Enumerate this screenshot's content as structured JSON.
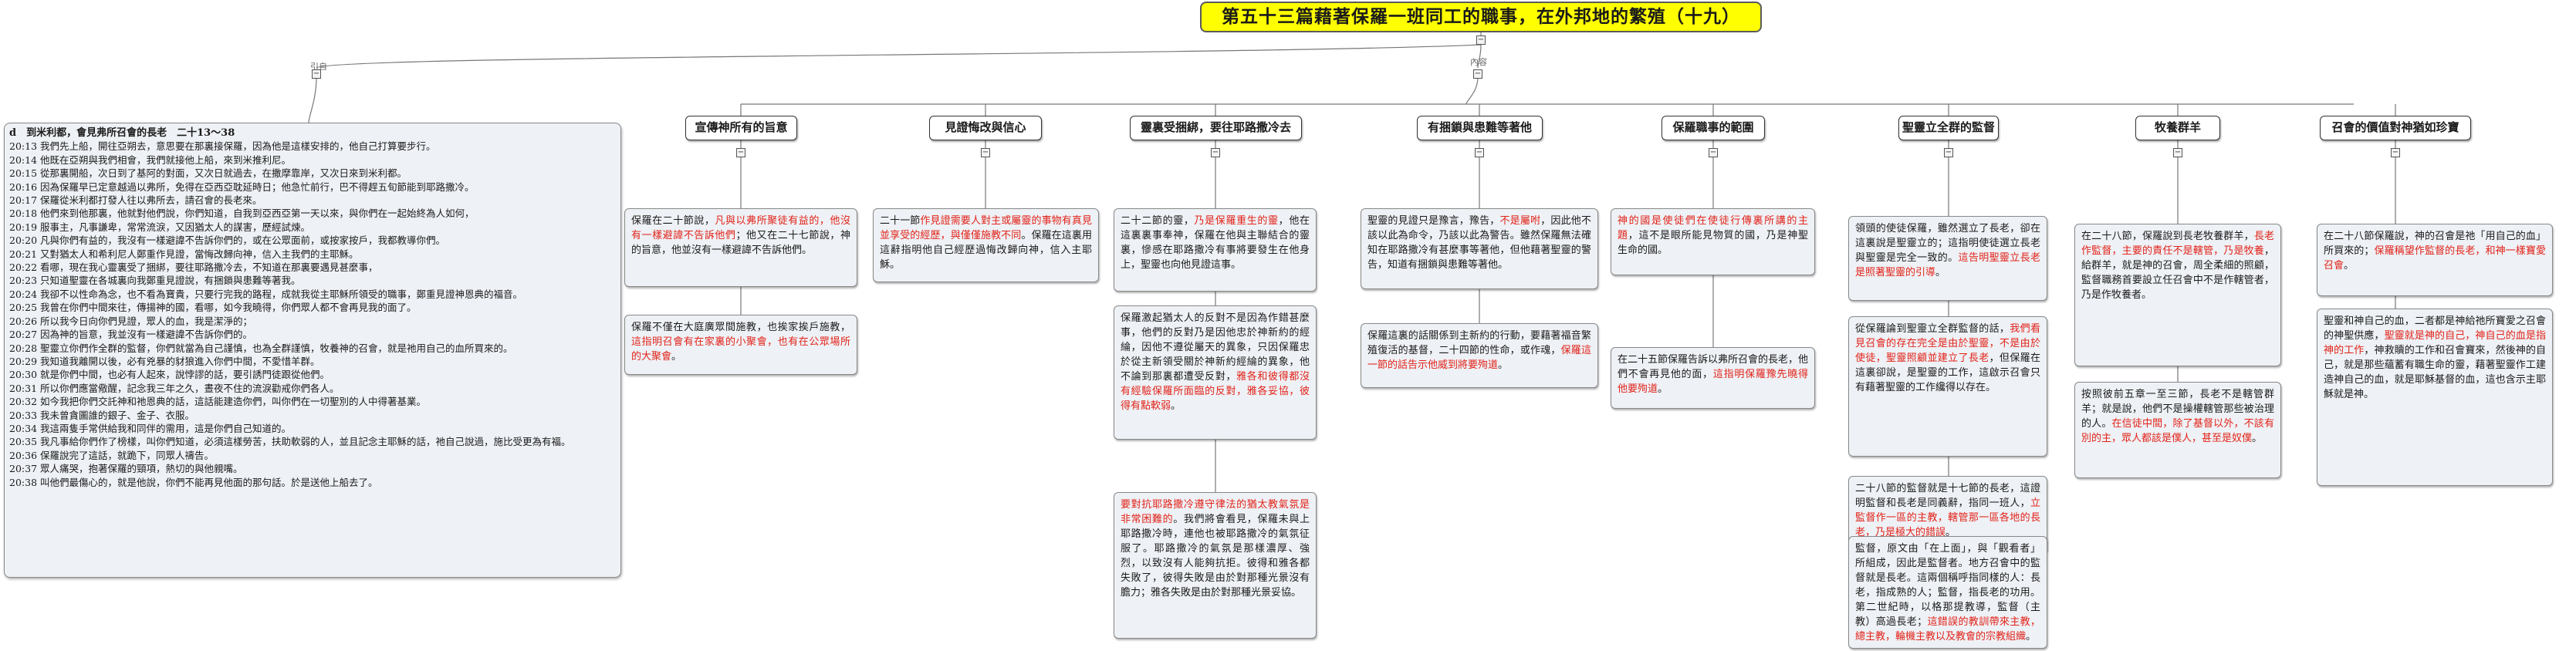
{
  "root_title": "第五十三篇藉著保羅一班同工的職事，在外邦地的繁殖（十九）",
  "branch_labels": {
    "left": "引自",
    "right": "內容"
  },
  "scripture": {
    "title": "d　到米利都，會見弗所召會的長老　二十13～38",
    "verses": [
      {
        "ref": "20:13",
        "text": "我們先上船，開往亞朔去，意思要在那裏接保羅，因為他是這樣安排的，他自己打算要步行。"
      },
      {
        "ref": "20:14",
        "text": "他既在亞朔與我們相會，我們就接他上船，來到米推利尼。"
      },
      {
        "ref": "20:15",
        "text": "從那裏開船，次日到了基阿的對面，又次日就過去，在撒摩靠岸，又次日來到米利都。"
      },
      {
        "ref": "20:16",
        "text": "因為保羅早已定意越過以弗所，免得在亞西亞耽延時日；他急忙前行，巴不得趕五旬節能到耶路撒冷。"
      },
      {
        "ref": "20:17",
        "text": "保羅從米利都打發人往以弗所去，請召會的長老來。"
      },
      {
        "ref": "20:18",
        "text": "他們來到他那裏，他就對他們說，你們知道，自我到亞西亞第一天以來，與你們在一起始終為人如何，"
      },
      {
        "ref": "20:19",
        "text": "服事主，凡事謙卑，常常流淚，又因猶太人的謀害，歷經試煉。"
      },
      {
        "ref": "20:20",
        "text": "凡與你們有益的，我沒有一樣避諱不告訴你們的，或在公眾面前，或按家按戶，我都教導你們。"
      },
      {
        "ref": "20:21",
        "text": "又對猶太人和希利尼人鄭重作見證，當悔改歸向神，信入主我們的主耶穌。"
      },
      {
        "ref": "20:22",
        "text": "看哪，現在我心靈裏受了捆綁，要往耶路撒冷去，不知道在那裏要遇見甚麼事，"
      },
      {
        "ref": "20:23",
        "text": "只知道聖靈在各城裏向我鄭重見證說，有捆鎖與患難等著我。"
      },
      {
        "ref": "20:24",
        "text": "我卻不以性命為念，也不看為寶貴，只要行完我的路程，成就我從主耶穌所領受的職事，鄭重見證神恩典的福音。"
      },
      {
        "ref": "20:25",
        "text": "我曾在你們中間來往，傳揚神的國，看哪，如今我曉得，你們眾人都不會再見我的面了。"
      },
      {
        "ref": "20:26",
        "text": "所以我今日向你們見證，眾人的血，我是潔淨的；"
      },
      {
        "ref": "20:27",
        "text": "因為神的旨意，我並沒有一樣避諱不告訴你們的。"
      },
      {
        "ref": "20:28",
        "text": "聖靈立你們作全群的監督，你們就當為自己謹慎，也為全群謹慎，牧養神的召會，就是祂用自己的血所買來的。"
      },
      {
        "ref": "20:29",
        "text": "我知道我離開以後，必有兇暴的豺狼進入你們中間，不愛惜羊群。"
      },
      {
        "ref": "20:30",
        "text": "就是你們中間，也必有人起來，說悖謬的話，要引誘門徒跟從他們。"
      },
      {
        "ref": "20:31",
        "text": "所以你們應當儆醒，記念我三年之久，晝夜不住的流淚勸戒你們各人。"
      },
      {
        "ref": "20:32",
        "text": "如今我把你們交託神和祂恩典的話，這話能建造你們，叫你們在一切聖別的人中得著基業。"
      },
      {
        "ref": "20:33",
        "text": "我未曾貪圖誰的銀子、金子、衣服。"
      },
      {
        "ref": "20:34",
        "text": "我這兩隻手常供給我和同伴的需用，這是你們自己知道的。"
      },
      {
        "ref": "20:35",
        "text": "我凡事給你們作了榜樣，叫你們知道，必須這樣勞苦，扶助軟弱的人，並且記念主耶穌的話，祂自己說過，施比受更為有福。"
      },
      {
        "ref": "20:36",
        "text": "保羅說完了這話，就跪下，同眾人禱告。"
      },
      {
        "ref": "20:37",
        "text": "眾人痛哭，抱著保羅的頸項，熱切的與他親嘴。"
      },
      {
        "ref": "20:38",
        "text": "叫他們最傷心的，就是他說，你們不能再見他面的那句話。於是送他上船去了。"
      }
    ]
  },
  "topics": [
    {
      "label": "宣傳神所有的旨意"
    },
    {
      "label": "見證悔改與信心"
    },
    {
      "label": "靈裏受捆綁，要往耶路撒冷去"
    },
    {
      "label": "有捆鎖與患難等著他"
    },
    {
      "label": "保羅職事的範圍"
    },
    {
      "label": "聖靈立全群的監督"
    },
    {
      "label": "牧養群羊"
    },
    {
      "label": "召會的價值對神猶如珍寶"
    }
  ],
  "notes": {
    "t1a": [
      "保羅在二十節說，",
      "凡與以弗所聚徒有益的，他沒有一樣避諱不告訴他們",
      "；他又在二十七節說，神的旨意，他並沒有一樣避諱不告訴他們。"
    ],
    "t1b": [
      "保羅不僅在大庭廣眾間施教，也挨家挨戶施教，",
      "這指明召會有在家裏的小聚會，也有在公眾場所的大聚會",
      "。"
    ],
    "t2a": [
      "二十一節",
      "作見證需要人對主或屬靈的事物有真見並享受的經歷，與僅僅施教不同",
      "。保羅在這裏用這辭指明他自己經歷過悔改歸向神，信入主耶穌。"
    ],
    "t3a": [
      "二十二節的靈，",
      "乃是保羅重生的靈",
      "，他在這裏裏事奉神，保羅在他與主聯結合的靈裏，慘感在耶路撒冷有事將要發生在他身上，聖靈也向他見證這事。"
    ],
    "t3b": [
      "保羅激起猶太人的反對不是因為作錯甚麼事，他們的反對乃是因他忠於神新約的經綸，因他不遵從屬天的異象，只因保羅忠於從主新領受關於神新約經綸的異象，他不論到那裏都遭受反對，",
      "雅各和彼得都沒有經驗保羅所面臨的反對，雅各妥協，彼得有點軟弱",
      "。"
    ],
    "t3c": [
      "",
      "要對抗耶路撒冷遵守律法的猶太教氣氛是非常困難的",
      "。我們將會看見，保羅未與上耶路撒冷時，連他也被耶路撒冷的氣氛征服了。耶路撒冷的氣氛是那樣濃厚、強烈，以致沒有人能夠抗拒。彼得和雅各都失敗了，彼得失敗是由於對那種光景沒有膽力；雅各失敗是由於對那種光景妥協。"
    ],
    "t4a": [
      "聖靈的見證只是豫言，豫告，",
      "不是屬咐",
      "，因此他不該以此為命令，乃該以此為警告。雖然保羅無法確知在耶路撒冷有甚麼事等著他，但他藉著聖靈的警告，知道有捆鎖與患難等著他。"
    ],
    "t4b": [
      "保羅這裏的話關係到主新約的行動，要藉著福音繁殖復活的基督，二十四節的性命，或作魂，",
      "保羅這一節的話告示他威到將要殉道",
      "。"
    ],
    "t5a": [
      "",
      "神的國是使徒們在使徒行傳裏所講的主題",
      "，這不是眼所能見物質的國，乃是神聖生命的國。"
    ],
    "t5b": [
      "在二十五節保羅告訴以弗所召會的長老，他們不會再見他的面，",
      "這指明保羅豫先曉得他要殉道",
      "。"
    ],
    "t6a": [
      "領頭的使徒保羅，雖然選立了長老，卻在這裏說是聖靈立的；這指明使徒選立長老與聖靈是完全一致的。",
      "這告明聖靈立長老是照著聖靈的引導",
      "。"
    ],
    "t6b": [
      "從保羅論到聖靈立全群監督的話，",
      "我們看見召會的存在完全是由於聖靈，不是由於使徒，聖靈照顧並建立了長老",
      "，但保羅在這裏卻說，是聖靈的工作，這啟示召會只有藉著聖靈的工作纔得以存在。"
    ],
    "t6c": [
      "二十八節的監督就是十七節的長老，這證明監督和長老是同義辭，指同一班人，",
      "立監督作一區的主教，轄管那一區各地的長老，乃是極大的錯誤",
      "。"
    ],
    "t6d": [
      "監督，原文由「在上面」，與「觀看者」所組成，因此是監督者。地方召會中的監督就是長老。這兩個稱呼指同樣的人：長老，指成熟的人；監督，指長老的功用。第二世紀時，以格那提教導，監督（主教）高過長老；",
      "這錯誤的教訓帶來主教，總主教，輪機主教以及教會的宗教組織",
      "。"
    ],
    "t7a": [
      "在二十八節，保羅說到長老牧養群羊，",
      "長老作監督，主要的責任不是轄管，乃是牧養",
      "，給群羊，就是神的召會，周全柔細的照顧，監督職務首要設立任召會中不是作轄管者，乃是作牧養者。"
    ],
    "t7b": [
      "按照彼前五章一至三節，長老不是轄管群羊；就是說，他們不是操權轄管那些被治理的人。",
      "在信徒中間，除了基督以外，不該有別的主，眾人都該是僕人，甚至是奴僕",
      "。"
    ],
    "t8a": [
      "在二十八節保羅說，神的召會是祂「用自己的血」所買來的；",
      "保羅稱望作監督的長老，和神一樣寶愛召會",
      "。"
    ],
    "t8b": [
      "聖靈和神自己的血，二者都是神給祂所寶愛之召會的神聖供應，",
      "聖靈就是神的自己，神自己的血是指神的工作",
      "，神救贖的工作和召會寶來，然後神的自己，就是那些蘊蓄有職生命的靈，藉著聖靈作工建造神自己的血，就是耶穌基督的血，這也含示主耶穌就是神。"
    ]
  }
}
